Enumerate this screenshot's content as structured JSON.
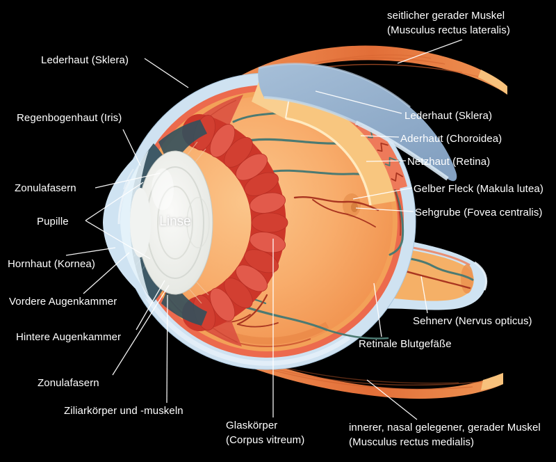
{
  "labels": {
    "rectus_lateralis": {
      "line1": "seitlicher gerader Muskel",
      "line2": "(Musculus rectus lateralis)"
    },
    "sklera_left": {
      "text": "Lederhaut (Sklera)"
    },
    "iris": {
      "text": "Regenbogenhaut (Iris)"
    },
    "zonula_upper": {
      "text": "Zonulafasern"
    },
    "pupille": {
      "text": "Pupille"
    },
    "linse": {
      "text": "Linse"
    },
    "hornhaut": {
      "text": "Hornhaut (Kornea)"
    },
    "vordere_kammer": {
      "text": "Vordere Augenkammer"
    },
    "hintere_kammer": {
      "text": "Hintere Augenkammer"
    },
    "zonula_lower": {
      "text": "Zonulafasern"
    },
    "ziliarkoerper": {
      "text": "Ziliarkörper und -muskeln"
    },
    "glaskoerper": {
      "line1": "Glaskörper",
      "line2": "(Corpus vitreum)"
    },
    "rectus_medialis": {
      "line1": "innerer, nasal gelegener, gerader Muskel",
      "line2": "(Musculus rectus medialis)"
    },
    "sklera_right": {
      "text": "Lederhaut (Sklera)"
    },
    "aderhaut": {
      "text": "Aderhaut (Choroidea)"
    },
    "netzhaut": {
      "text": "Netzhaut (Retina)"
    },
    "gelber_fleck": {
      "text": "Gelber Fleck (Makula lutea)"
    },
    "sehgrube": {
      "text": "Sehgrube (Fovea centralis)"
    },
    "sehnerv": {
      "text": "Sehnerv (Nervus opticus)"
    },
    "retinale_blutgefaesse": {
      "text": "Retinale Blutgefäße"
    }
  },
  "colors": {
    "background": "#000000",
    "label_text": "#ffffff",
    "leader_line": "#ffffff",
    "sclera": "#cfe2f1",
    "sclera_flap": "#93aecb",
    "choroid": "#ec6a4d",
    "retina_band": "#f8c67f",
    "vitreous": "#f7a868",
    "ciliary_muscle": "#d23f31",
    "iris": "#3e5966",
    "lens": "#eeefec",
    "muscle": "#e8824a",
    "vessel_teal": "#4c7a72",
    "vessel_red": "#a93520"
  }
}
